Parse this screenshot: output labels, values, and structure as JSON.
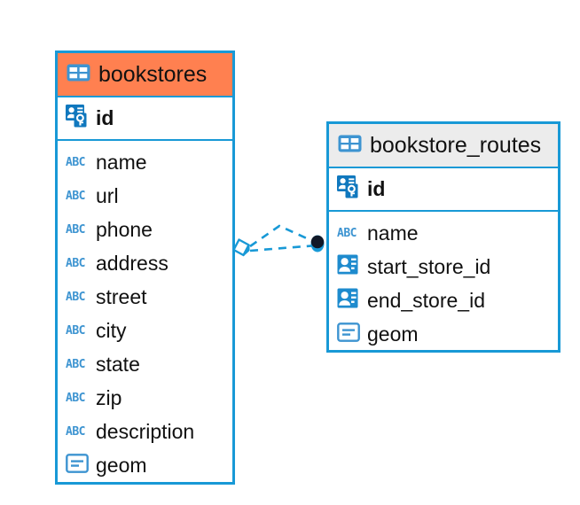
{
  "diagram": {
    "type": "entity-relationship-diagram",
    "background_color": "#FFFFFF",
    "accent_color": "#1899D6",
    "highlight_color": "#FF8050",
    "neutral_header_color": "#ECECEC"
  },
  "entities": [
    {
      "name": "bookstores",
      "header_style": "orange",
      "primary_keys": [
        {
          "label": "id",
          "icon": "primary-key-icon"
        }
      ],
      "fields": [
        {
          "label": "name",
          "icon": "abc-text-icon",
          "icon_text": "ABC"
        },
        {
          "label": "url",
          "icon": "abc-text-icon",
          "icon_text": "ABC"
        },
        {
          "label": "phone",
          "icon": "abc-text-icon",
          "icon_text": "ABC"
        },
        {
          "label": "address",
          "icon": "abc-text-icon",
          "icon_text": "ABC"
        },
        {
          "label": "street",
          "icon": "abc-text-icon",
          "icon_text": "ABC"
        },
        {
          "label": "city",
          "icon": "abc-text-icon",
          "icon_text": "ABC"
        },
        {
          "label": "state",
          "icon": "abc-text-icon",
          "icon_text": "ABC"
        },
        {
          "label": "zip",
          "icon": "abc-text-icon",
          "icon_text": "ABC"
        },
        {
          "label": "description",
          "icon": "abc-text-icon",
          "icon_text": "ABC"
        },
        {
          "label": "geom",
          "icon": "geometry-icon",
          "icon_text": ""
        }
      ]
    },
    {
      "name": "bookstore_routes",
      "header_style": "grey",
      "primary_keys": [
        {
          "label": "id",
          "icon": "primary-key-icon"
        }
      ],
      "fields": [
        {
          "label": "name",
          "icon": "abc-text-icon",
          "icon_text": "ABC"
        },
        {
          "label": "start_store_id",
          "icon": "foreign-key-icon",
          "icon_text": ""
        },
        {
          "label": "end_store_id",
          "icon": "foreign-key-icon",
          "icon_text": ""
        },
        {
          "label": "geom",
          "icon": "geometry-icon",
          "icon_text": ""
        }
      ]
    }
  ],
  "relationship": {
    "from": "bookstores",
    "to": "bookstore_routes",
    "line_style": "dashed",
    "line_color": "#1899D6",
    "source_marker": "diamond-crowsfoot-marker",
    "target_marker": "filled-circle-marker",
    "target_marker_color": "#111827"
  }
}
